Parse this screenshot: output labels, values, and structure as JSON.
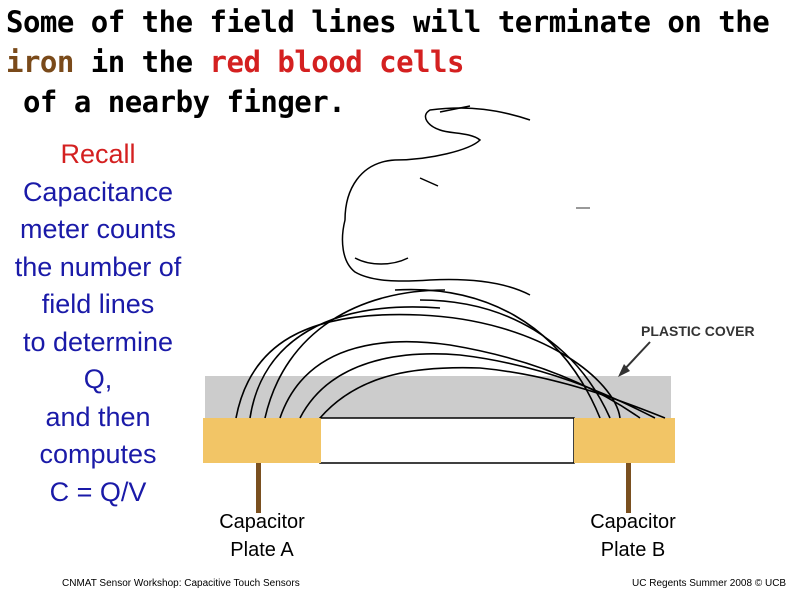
{
  "title": {
    "part1": "Some of the field lines will terminate on the",
    "iron": "iron",
    "part2": " in the ",
    "red_blood_cells": "red blood cells",
    "part3": " of a nearby finger."
  },
  "recall": {
    "lines": [
      "Recall",
      "Capacitance",
      "meter counts",
      "the number of",
      "field lines",
      "to determine",
      "Q,",
      "and then",
      "computes",
      "C = Q/V"
    ]
  },
  "diagram": {
    "plastic_cover_label": "PLASTIC COVER",
    "plate_a": {
      "line1": "Capacitor",
      "line2": "Plate A"
    },
    "plate_b": {
      "line1": "Capacitor",
      "line2": "Plate B"
    }
  },
  "footer": {
    "left": "CNMAT Sensor Workshop: Capacitive Touch Sensors",
    "right": "UC Regents Summer 2008 © UCB"
  },
  "colors": {
    "red": "#d42020",
    "blue": "#1a1aa8",
    "iron": "#7a4a1a",
    "plate": "#f2c566",
    "cover": "#cccccc",
    "lead": "#7a5020"
  }
}
